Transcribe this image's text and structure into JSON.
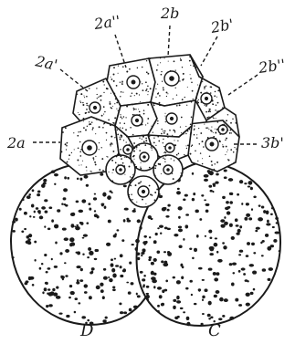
{
  "labels": {
    "a2pp": "2a''",
    "b2": "2b",
    "b2p": "2b'",
    "a2p": "2a'",
    "b2pp": "2b''",
    "a2": "2a",
    "b3p": "3b'",
    "D": "D",
    "C": "C"
  },
  "colors": {
    "ink": "#1a1a1a",
    "paper": "#ffffff"
  }
}
